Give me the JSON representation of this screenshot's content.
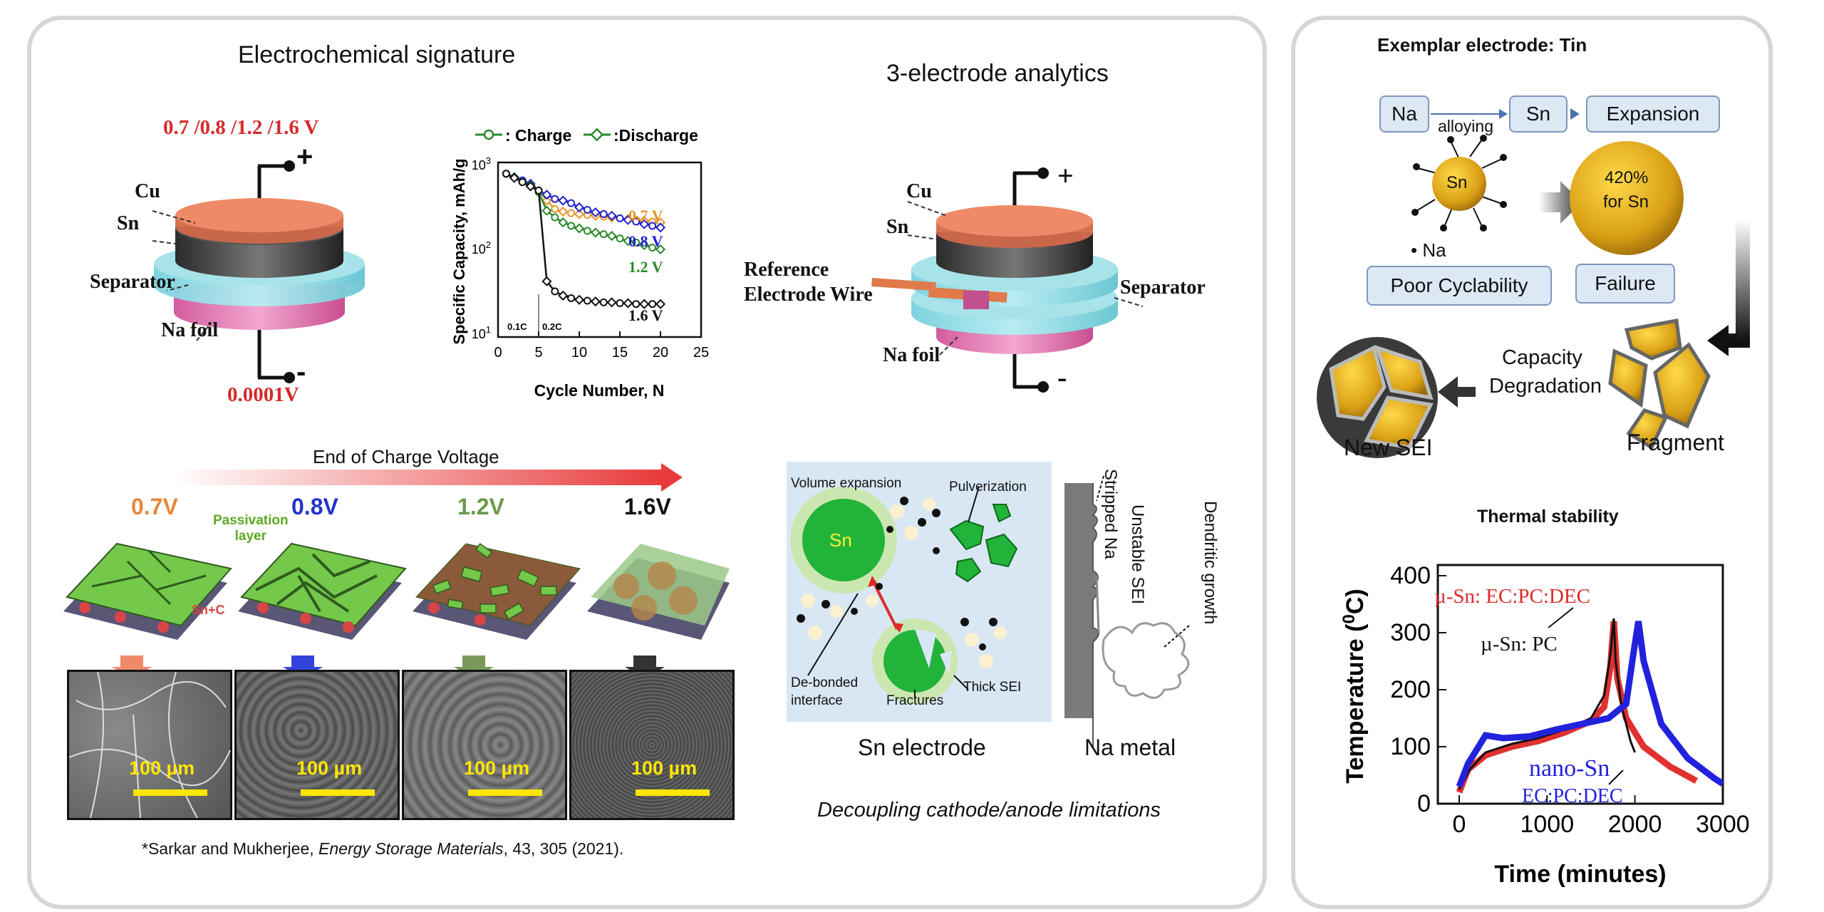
{
  "left_panel": {
    "echem": {
      "title": "Electrochemical signature",
      "voltages_top": "0.7 /0.8 /1.2 /1.6 V",
      "voltage_bottom": "0.0001V",
      "plus": "+",
      "minus": "-",
      "labels": {
        "cu": "Cu",
        "sn": "Sn",
        "separator": "Separator",
        "na_foil": "Na foil"
      },
      "plot": {
        "legend_charge": ": Charge",
        "legend_discharge": ":Discharge",
        "ylabel": "Specific Capacity, mAh/g",
        "xlabel": "Cycle Number, N",
        "xticks": [
          "0",
          "5",
          "10",
          "15",
          "20",
          "25"
        ],
        "yticks_base": "10",
        "yticks_exp": [
          "1",
          "2",
          "3"
        ],
        "rate1": "0.1C",
        "rate2": "0.2C",
        "series_labels": [
          "0.7 V",
          "0.8 V",
          "1.2 V",
          "1.6 V"
        ],
        "series_colors": [
          "#e8962a",
          "#2222cc",
          "#2b8a2b",
          "#111111"
        ]
      }
    },
    "eoc": {
      "title": "End of Charge Voltage",
      "voltages": [
        "0.7V",
        "0.8V",
        "1.2V",
        "1.6V"
      ],
      "voltage_colors": [
        "#e8873a",
        "#2233cc",
        "#6a9a4a",
        "#111111"
      ],
      "passivation": "Passivation\nlayer",
      "sn_c": "Sn+C",
      "scale": "100 µm"
    },
    "citation": {
      "prefix": "*Sarkar and Mukherjee, ",
      "journal": "Energy Storage Materials",
      "suffix": ", 43, 305 (2021)."
    },
    "three_electrode": {
      "title": "3-electrode analytics",
      "labels": {
        "cu": "Cu",
        "sn": "Sn",
        "ref1": "Reference",
        "ref2": "Electrode Wire",
        "separator": "Separator",
        "na_foil": "Na foil"
      },
      "plus": "+",
      "minus": "-"
    },
    "mechanisms": {
      "volume_expansion": "Volume expansion",
      "pulverization": "Pulverization",
      "sn": "Sn",
      "de_bonded1": "De-bonded",
      "de_bonded2": "interface",
      "fractures": "Fractures",
      "thick_sei": "Thick SEI",
      "stripped_na": "Stripped Na",
      "unstable_sei": "Unstable SEI",
      "dendritic": "Dendritic growth",
      "sn_electrode": "Sn electrode",
      "na_metal": "Na metal",
      "caption": "Decoupling cathode/anode limitations"
    }
  },
  "right_panel": {
    "title": "Exemplar electrode: Tin",
    "flow": {
      "na": "Na",
      "alloying": "alloying",
      "sn": "Sn",
      "expansion": "Expansion",
      "particle": "Sn",
      "na_dot": "Na",
      "pct": "420%",
      "for_sn": "for Sn",
      "poor_cyclability": "Poor Cyclability",
      "failure": "Failure",
      "capacity1": "Capacity",
      "capacity2": "Degradation",
      "new_sei": "New SEI",
      "fragment": "Fragment"
    },
    "thermal": {
      "title": "Thermal stability",
      "ylabel_pre": "Temperature (",
      "ylabel_sup": "0",
      "ylabel_post": "C)",
      "xlabel": "Time (minutes)",
      "yticks": [
        "0",
        "100",
        "200",
        "300",
        "400"
      ],
      "xticks": [
        "0",
        "1000",
        "2000",
        "3000"
      ],
      "label_ec": "µ-Sn: EC:PC:DEC",
      "label_pc": "µ-Sn: PC",
      "label_nano1": "nano-Sn",
      "label_nano2": "EC:PC:DEC"
    }
  }
}
